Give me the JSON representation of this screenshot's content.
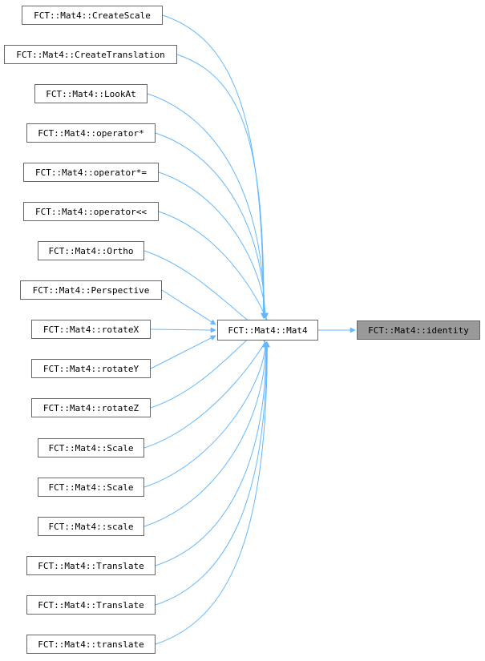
{
  "colors": {
    "edge": "#63b8ff",
    "node_border": "#666666",
    "node_fill": "#ffffff",
    "highlight_fill": "#999999"
  },
  "callers": [
    "FCT::Mat4::CreateScale",
    "FCT::Mat4::CreateTranslation",
    "FCT::Mat4::LookAt",
    "FCT::Mat4::operator*",
    "FCT::Mat4::operator*=",
    "FCT::Mat4::operator<<",
    "FCT::Mat4::Ortho",
    "FCT::Mat4::Perspective",
    "FCT::Mat4::rotateX",
    "FCT::Mat4::rotateY",
    "FCT::Mat4::rotateZ",
    "FCT::Mat4::Scale",
    "FCT::Mat4::Scale",
    "FCT::Mat4::scale",
    "FCT::Mat4::Translate",
    "FCT::Mat4::Translate",
    "FCT::Mat4::translate"
  ],
  "center": "FCT::Mat4::Mat4",
  "target": "FCT::Mat4::identity"
}
